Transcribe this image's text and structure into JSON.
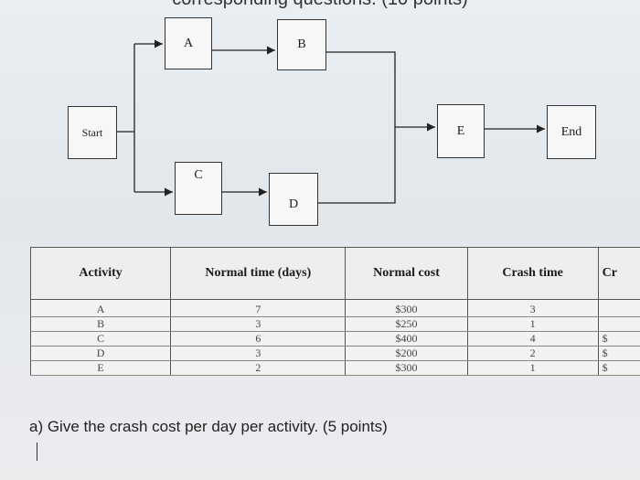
{
  "heading": "corresponding questions. (10 points)",
  "diagram": {
    "nodes": {
      "start": "Start",
      "a": "A",
      "b": "B",
      "c": "C",
      "d": "D",
      "e": "E",
      "end": "End"
    }
  },
  "table": {
    "headers": [
      "Activity",
      "Normal time (days)",
      "Normal cost",
      "Crash time",
      "Cr"
    ],
    "rows": [
      {
        "activity": "A",
        "normal_time": "7",
        "normal_cost": "$300",
        "crash_time": "3",
        "crash_cost": ""
      },
      {
        "activity": "B",
        "normal_time": "3",
        "normal_cost": "$250",
        "crash_time": "1",
        "crash_cost": ""
      },
      {
        "activity": "C",
        "normal_time": "6",
        "normal_cost": "$400",
        "crash_time": "4",
        "crash_cost": "$"
      },
      {
        "activity": "D",
        "normal_time": "3",
        "normal_cost": "$200",
        "crash_time": "2",
        "crash_cost": "$"
      },
      {
        "activity": "E",
        "normal_time": "2",
        "normal_cost": "$300",
        "crash_time": "1",
        "crash_cost": "$"
      }
    ]
  },
  "question": "a) Give the crash cost per day per activity. (5 points)"
}
